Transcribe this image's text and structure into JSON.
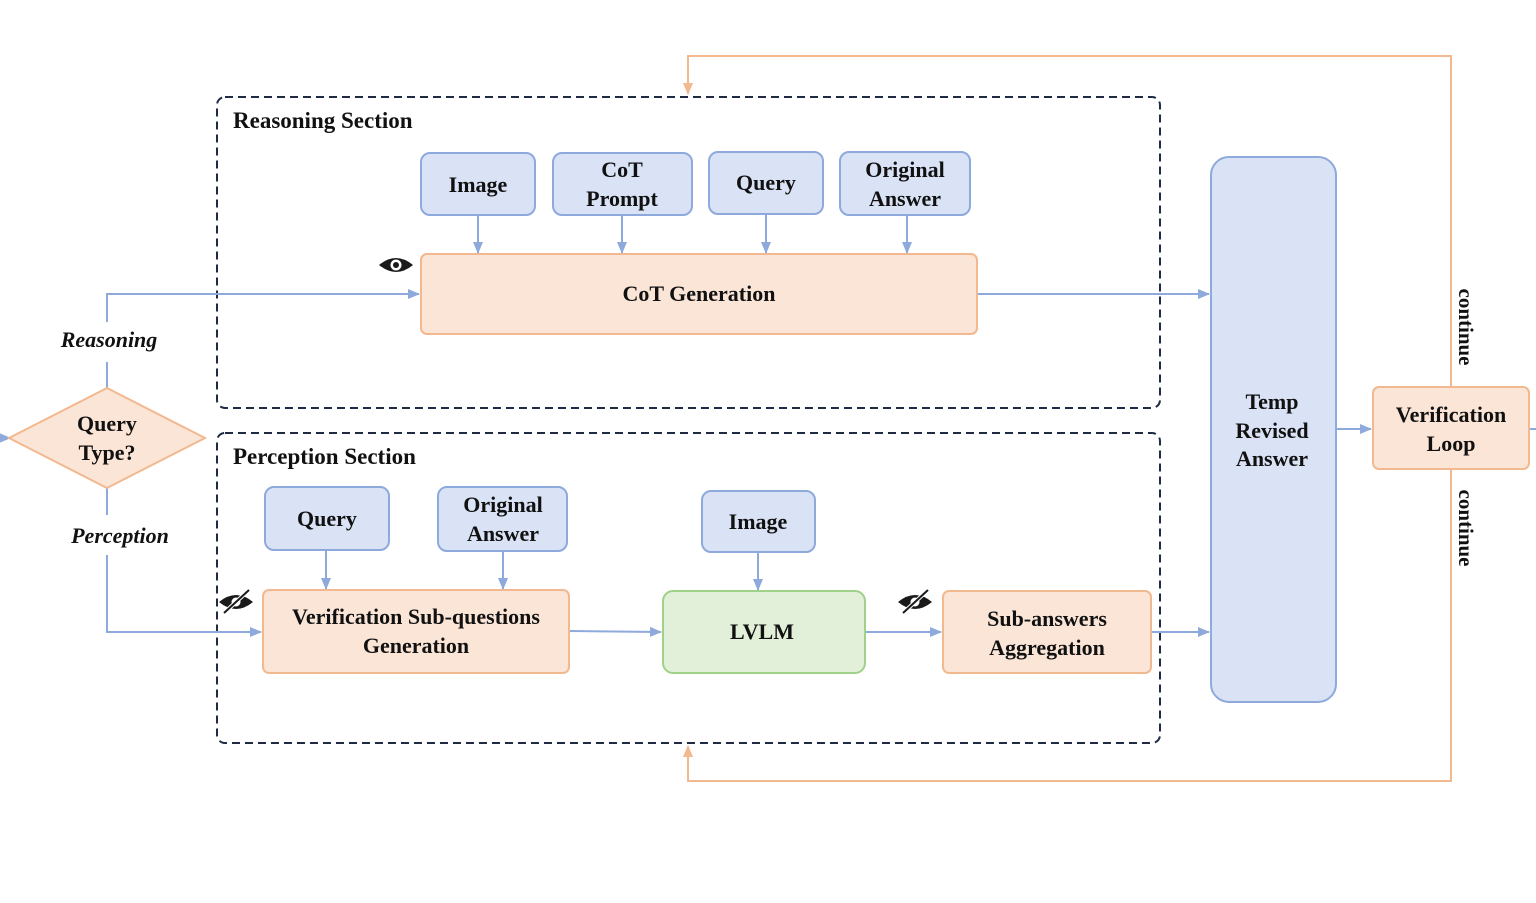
{
  "colors": {
    "input_fill": "#dae3f5",
    "input_stroke": "#8ea9dc",
    "process_fill": "#fbe5d7",
    "process_stroke": "#f2b88f",
    "model_fill": "#e2f0d9",
    "model_stroke": "#9fd18a",
    "blue_arrow": "#8ea9dc",
    "orange_arrow": "#f2b88f",
    "section_border": "#1f2a44",
    "text": "#111111"
  },
  "decision": {
    "line1": "Query",
    "line2": "Type?"
  },
  "branches": {
    "reasoning": "Reasoning",
    "perception": "Perception"
  },
  "reasoning_section": {
    "title": "Reasoning Section",
    "inputs": {
      "image": {
        "line1": "Image"
      },
      "cot_prompt": {
        "line1": "CoT",
        "line2": "Prompt"
      },
      "query": {
        "line1": "Query"
      },
      "original_answer": {
        "line1": "Original",
        "line2": "Answer"
      }
    },
    "cot_generation": "CoT Generation",
    "visual_icon": "eye-icon"
  },
  "perception_section": {
    "title": "Perception Section",
    "inputs": {
      "query": {
        "line1": "Query"
      },
      "original_answer": {
        "line1": "Original",
        "line2": "Answer"
      },
      "image": {
        "line1": "Image"
      }
    },
    "subq_generation": {
      "line1": "Verification Sub-questions",
      "line2": "Generation"
    },
    "lvlm": "LVLM",
    "aggregation": {
      "line1": "Sub-answers",
      "line2": "Aggregation"
    },
    "no_visual_icon": "eye-slash-icon"
  },
  "temp_revised": {
    "line1": "Temp",
    "line2": "Revised",
    "line3": "Answer"
  },
  "verification_loop": {
    "line1": "Verification",
    "line2": "Loop"
  },
  "loop_labels": {
    "top": "continue",
    "bottom": "continue"
  }
}
